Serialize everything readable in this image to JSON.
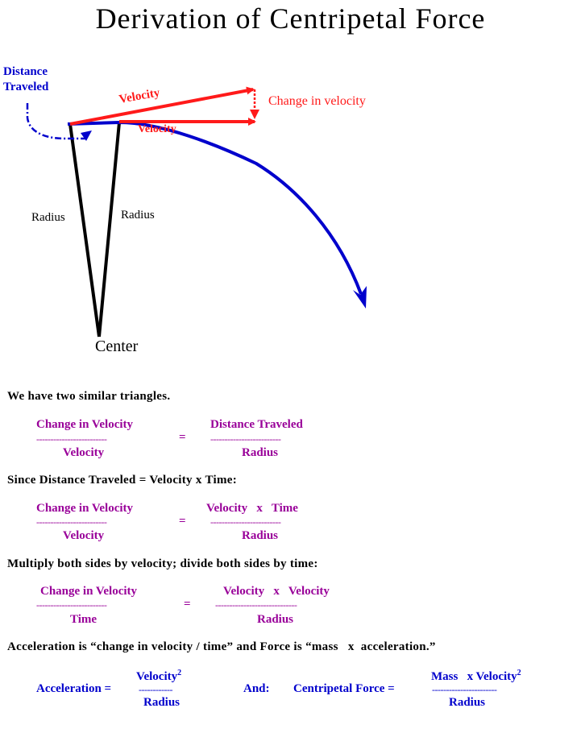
{
  "title": "Derivation of Centripetal Force",
  "diagram": {
    "distance_label_1": "Distance",
    "distance_label_2": "Traveled",
    "velocity_top": "Velocity",
    "velocity_bottom": "Velocity",
    "change_label": "Change in velocity",
    "radius_left": "Radius",
    "radius_right": "Radius",
    "center": "Center"
  },
  "text": {
    "similar": "We have two similar triangles.",
    "since": "Since Distance Traveled   =   Velocity   x   Time:",
    "multiply": "Multiply both sides by velocity; divide both sides by time:",
    "acceleration": "Acceleration is “change in velocity / time” and Force is “mass   x  acceleration.”"
  },
  "eq1": {
    "left_num": "Change in Velocity",
    "left_bar": "-------------------------",
    "left_den": "Velocity",
    "equals": "=",
    "right_num": "Distance Traveled",
    "right_bar": "-------------------------",
    "right_den": "Radius"
  },
  "eq2": {
    "left_num": "Change in Velocity",
    "left_bar": "-------------------------",
    "left_den": "Velocity",
    "equals": "=",
    "right_num": "Velocity   x   Time",
    "right_bar": "-------------------------",
    "right_den": "Radius"
  },
  "eq3": {
    "left_num": "Change in Velocity",
    "left_bar": "-------------------------",
    "left_den": "Time",
    "equals": "=",
    "right_num": "Velocity   x   Velocity",
    "right_bar": "-----------------------------",
    "right_den": "Radius"
  },
  "final": {
    "accel_label": "Acceleration =",
    "accel_num": "Velocity",
    "accel_sup": "2",
    "accel_bar": "------------",
    "accel_den": "Radius",
    "and": "And:",
    "force_label": "Centripetal Force =",
    "force_num": "Mass   x Velocity",
    "force_sup": "2",
    "force_bar": "-----------------------",
    "force_den": "Radius"
  },
  "colors": {
    "blue": "#0000cc",
    "red": "#ff1a1a",
    "purple": "#990099",
    "black": "#000000"
  }
}
